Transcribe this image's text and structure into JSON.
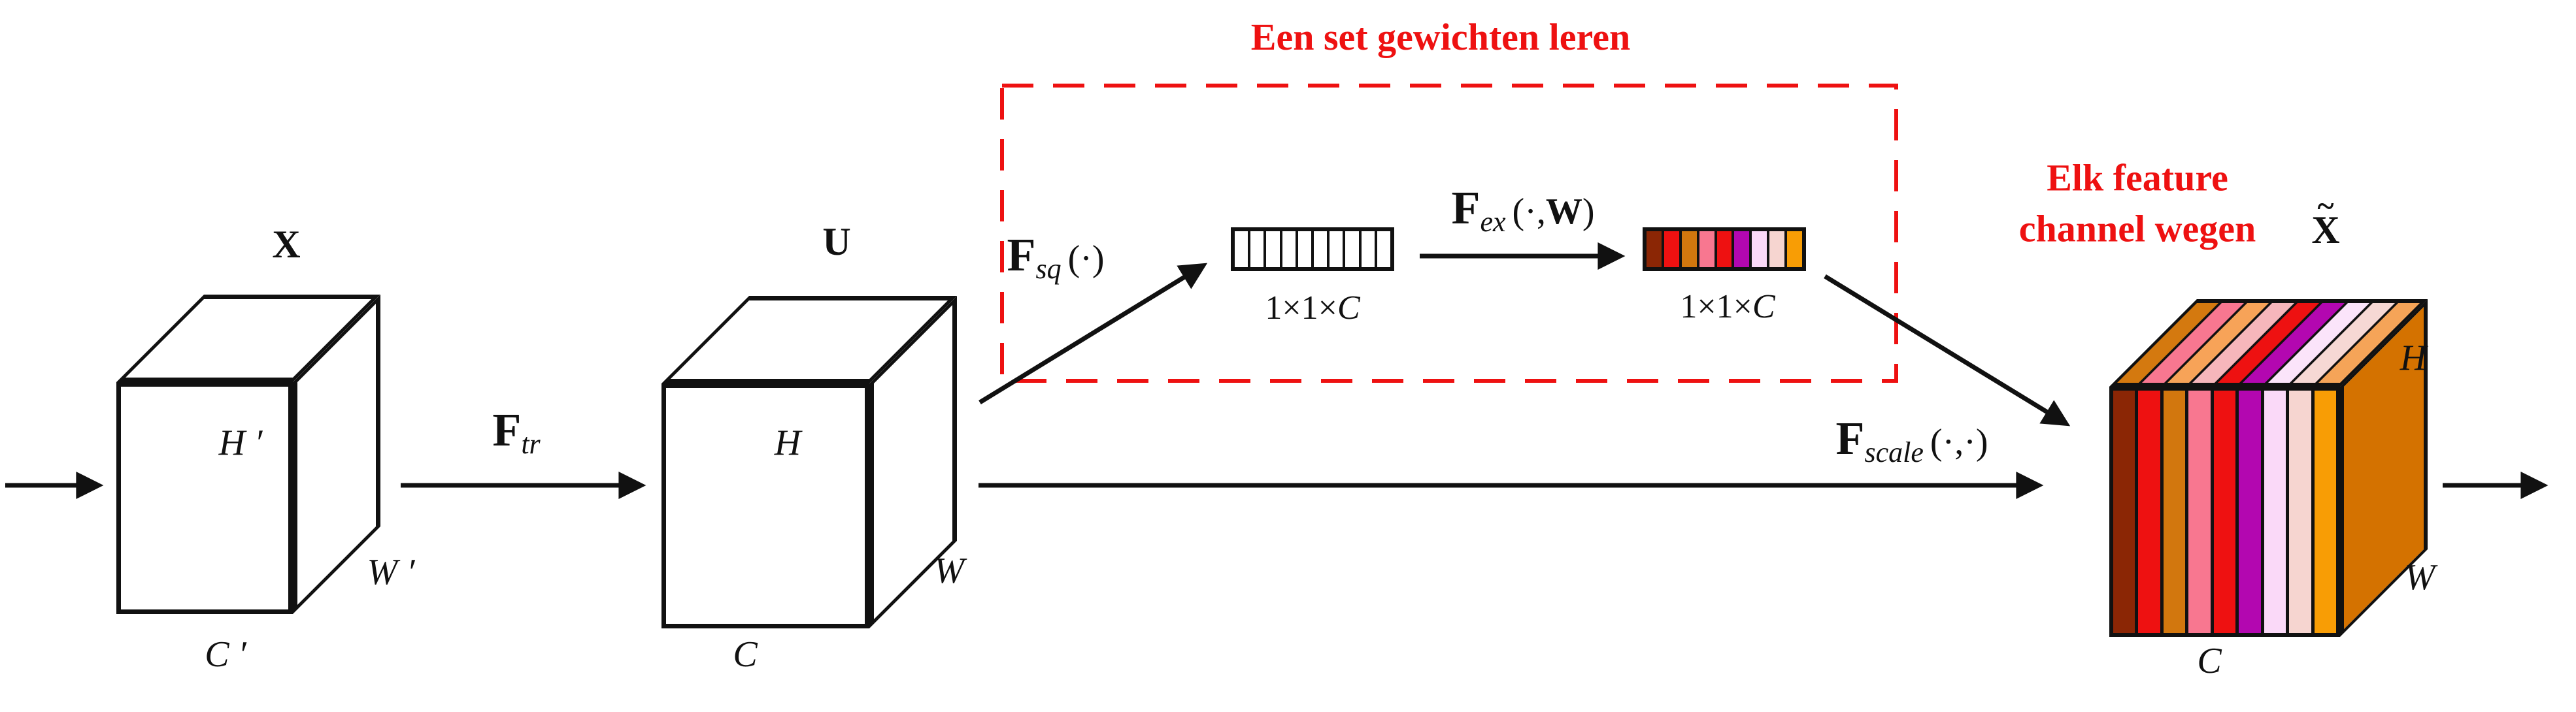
{
  "palette": {
    "red_accent": "#EE1111",
    "ink": "#111111",
    "cube_side_orange": "#D47200"
  },
  "learn_box": {
    "title": "Een set gewichten leren"
  },
  "weigh_annotation": {
    "line1": "Elk feature",
    "line2": "channel wegen"
  },
  "tensors": {
    "x": {
      "name": "X",
      "height": "H ′",
      "width": "W ′",
      "channels": "C ′"
    },
    "u": {
      "name": "U",
      "height": "H",
      "width": "W",
      "channels": "C"
    },
    "x_tilde": {
      "name": "X",
      "tilde": "~",
      "height": "H",
      "width": "W",
      "channels": "C"
    }
  },
  "ops": {
    "ftr": {
      "f": "F",
      "sub": "tr",
      "args": ""
    },
    "fsq": {
      "f": "F",
      "sub": "sq",
      "args": "(·)"
    },
    "fex": {
      "f": "F",
      "sub": "ex",
      "args_open": "(·,",
      "args_weight": "W",
      "args_close": ")"
    },
    "fscale": {
      "f": "F",
      "sub": "scale",
      "args": "(·,·)"
    }
  },
  "squeeze_vector": {
    "size_pre": "1×1×",
    "size_c": "C",
    "cells": [
      "",
      "",
      "",
      "",
      "",
      "",
      "",
      "",
      "",
      ""
    ]
  },
  "excitation_vector": {
    "size_pre": "1×1×",
    "size_c": "C",
    "colors": [
      "#8B2605",
      "#EE1111",
      "#D2770E",
      "#F87790",
      "#EE1111",
      "#B307B0",
      "#FAD9F8",
      "#F6D5D0",
      "#F89D05"
    ]
  },
  "output_cube": {
    "front_colors": [
      "#8B2605",
      "#EE1111",
      "#D2770E",
      "#F87790",
      "#EE1111",
      "#B307B0",
      "#FAD9F8",
      "#F6D5D0",
      "#F89D05"
    ],
    "top_colors": [
      "#D4790F",
      "#F87790",
      "#F7A358",
      "#F6B6BB",
      "#EE1111",
      "#B307B0",
      "#FBE4FA",
      "#F6D8D4",
      "#F5A458"
    ],
    "side_colors": [
      "#D47200"
    ]
  }
}
